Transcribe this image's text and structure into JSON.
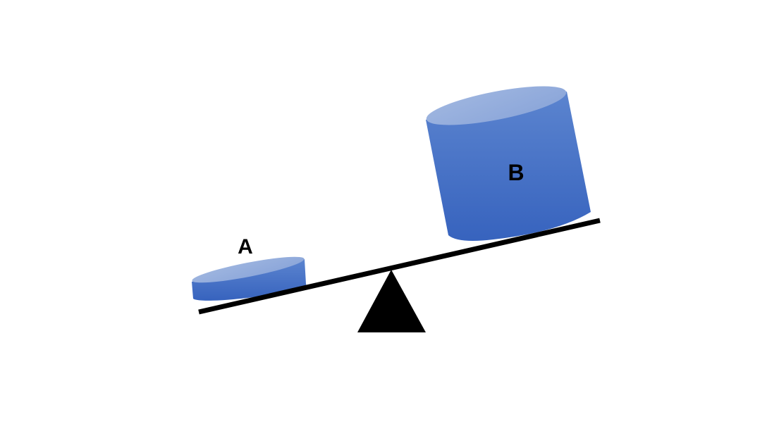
{
  "diagram": {
    "title": "",
    "type": "seesaw-balance",
    "objects": [
      {
        "id": "A",
        "label": "A",
        "shape": "cylinder",
        "size": "small",
        "side": "left",
        "position": "raised"
      },
      {
        "id": "B",
        "label": "B",
        "shape": "cylinder",
        "size": "large",
        "side": "right",
        "position": "lowered"
      }
    ],
    "colors": {
      "cylinder_body": "#4472C4",
      "cylinder_top": "#8FAADC",
      "beam": "#000000",
      "fulcrum": "#000000",
      "background": "#FFFFFF"
    }
  }
}
